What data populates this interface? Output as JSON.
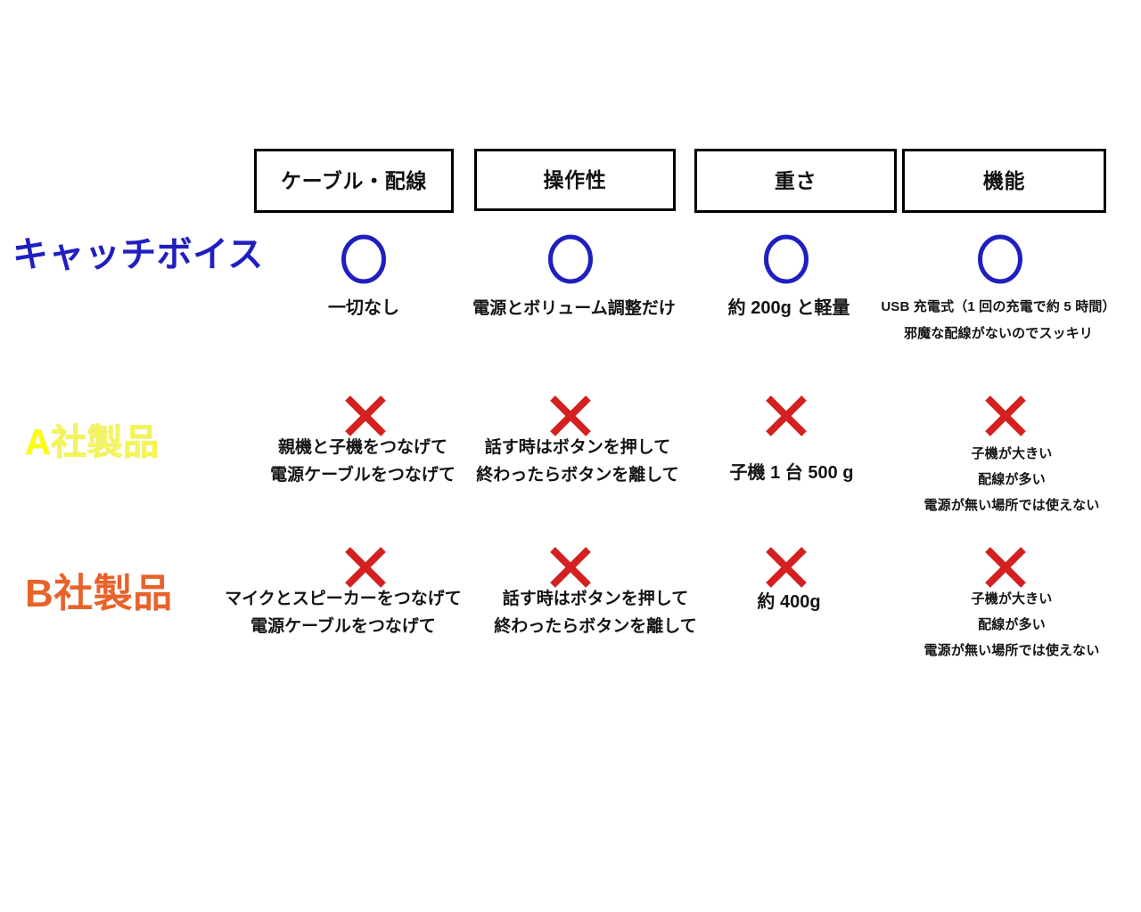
{
  "comparison": {
    "columns": [
      {
        "id": "cable",
        "label": "ケーブル・配線"
      },
      {
        "id": "operation",
        "label": "操作性"
      },
      {
        "id": "weight",
        "label": "重さ"
      },
      {
        "id": "function",
        "label": "機能"
      }
    ],
    "rows": [
      {
        "id": "catchvoice",
        "label": "キャッチボイス",
        "label_color": "#1f1fc0",
        "mark": "circle",
        "mark_color": "#1f1fc0",
        "cells": {
          "cable": {
            "lines": [
              "一切なし"
            ]
          },
          "operation": {
            "lines": [
              "電源とボリューム調整だけ"
            ]
          },
          "weight": {
            "lines": [
              "約 200g と軽量"
            ]
          },
          "function": {
            "lines": [
              "USB 充電式（1 回の充電で約 5 時間）",
              "邪魔な配線がないのでスッキリ"
            ]
          }
        }
      },
      {
        "id": "company-a",
        "label": "A社製品",
        "label_color": "#ffff00",
        "mark": "cross",
        "mark_color": "#d42020",
        "cells": {
          "cable": {
            "lines": [
              "親機と子機をつなげて",
              "電源ケーブルをつなげて"
            ]
          },
          "operation": {
            "lines": [
              "話す時はボタンを押して",
              "終わったらボタンを離して"
            ]
          },
          "weight": {
            "lines": [
              "子機 1 台 500 g"
            ]
          },
          "function": {
            "lines": [
              "子機が大きい",
              "配線が多い",
              "電源が無い場所では使えない"
            ]
          }
        }
      },
      {
        "id": "company-b",
        "label": "B社製品",
        "label_color": "#e8622a",
        "mark": "cross",
        "mark_color": "#d42020",
        "cells": {
          "cable": {
            "lines": [
              "マイクとスピーカーをつなげて",
              "電源ケーブルをつなげて"
            ]
          },
          "operation": {
            "lines": [
              "話す時はボタンを押して",
              "終わったらボタンを離して"
            ]
          },
          "weight": {
            "lines": [
              "約 400g"
            ]
          },
          "function": {
            "lines": [
              "子機が大きい",
              "配線が多い",
              "電源が無い場所では使えない"
            ]
          }
        }
      }
    ]
  }
}
